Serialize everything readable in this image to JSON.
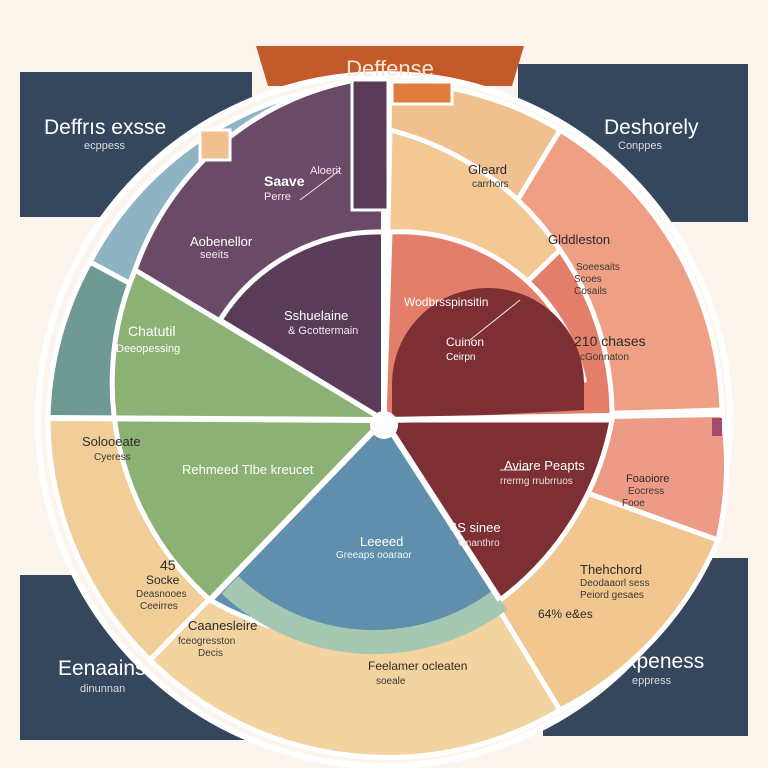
{
  "banner": {
    "title": "Deffense"
  },
  "corners": {
    "top_left": {
      "title": "Deffrıs exsse",
      "subtitle": "ecppess"
    },
    "top_right": {
      "title": "Deshorely",
      "subtitle": "Conppes"
    },
    "bottom_left": {
      "title": "Eenaainsz",
      "subtitle": "dinunnan"
    },
    "bottom_right": {
      "title": "Expeness",
      "subtitle": "eppress"
    }
  },
  "segments": {
    "purple": {
      "title": "Saave",
      "sub": "Perre",
      "tag": "Aloerit"
    },
    "purple_mid": {
      "title": "Aobenellor",
      "sub": "seeits"
    },
    "purple_inner": {
      "title": "Sshuelaine",
      "sub": "& Gcottermain"
    },
    "green": {
      "title": "Chatutil",
      "sub": "Deeopessing"
    },
    "green_inner": {
      "title": "Rehmeed Tlbe kreucet"
    },
    "tan_left": {
      "title": "Solooeate",
      "sub": "Cyeress"
    },
    "tan_lower": {
      "value": "45",
      "title": "Socke",
      "sub": "Deasnooes",
      "sub2": "Ceeirres"
    },
    "orange_top": {
      "title": "Gleard",
      "sub": "carrhors"
    },
    "salmon": {
      "title": "Glddleston",
      "sub": "Soeesaits",
      "sub2": "Scoes",
      "sub3": "Cosails"
    },
    "salmon_right": {
      "title": "210 chases",
      "sub": "cGonnaton"
    },
    "coral_inner": {
      "title": "Wodbrsspinsitin"
    },
    "coral_core": {
      "title": "Cuinon",
      "sub": "Ceirpn"
    },
    "maroon": {
      "title": "Aviare Peapts",
      "sub": "rrermg rrubrruos"
    },
    "maroon_left": {
      "title": "4S sinee",
      "sub": "Gnanthro"
    },
    "blue": {
      "title": "Leeeed",
      "sub": "Greeaps ooaraor"
    },
    "pink_right": {
      "title": "Foaoiore",
      "sub": "Eocress",
      "sub2": "Fooe"
    },
    "tan_right": {
      "title": "Thehchord",
      "sub": "Deodaaorl sess",
      "sub2": "Peiord gesaes"
    },
    "tan_lower_right": {
      "title": "64% e&es"
    },
    "bottom_a": {
      "title": "Caanesleire",
      "sub": "fceogresston",
      "sub2": "Decis"
    },
    "bottom_b": {
      "title": "Feelamer ocleaten",
      "sub": "soeale"
    }
  },
  "colors": {
    "panel": "#35475c",
    "banner": "#c25a2a",
    "purple": "#6a4a66",
    "purple_dark": "#5a3b58",
    "blue_ring": "#8eb4c4",
    "teal": "#6f9a94",
    "green": "#8bb174",
    "tan": "#f1cd98",
    "tan_dark": "#e3ae72",
    "orange": "#f0c08e",
    "salmon": "#ef9f84",
    "coral": "#e27e6a",
    "maroon": "#7d2f34",
    "blue": "#5f8fad",
    "pink": "#ed9a86"
  }
}
